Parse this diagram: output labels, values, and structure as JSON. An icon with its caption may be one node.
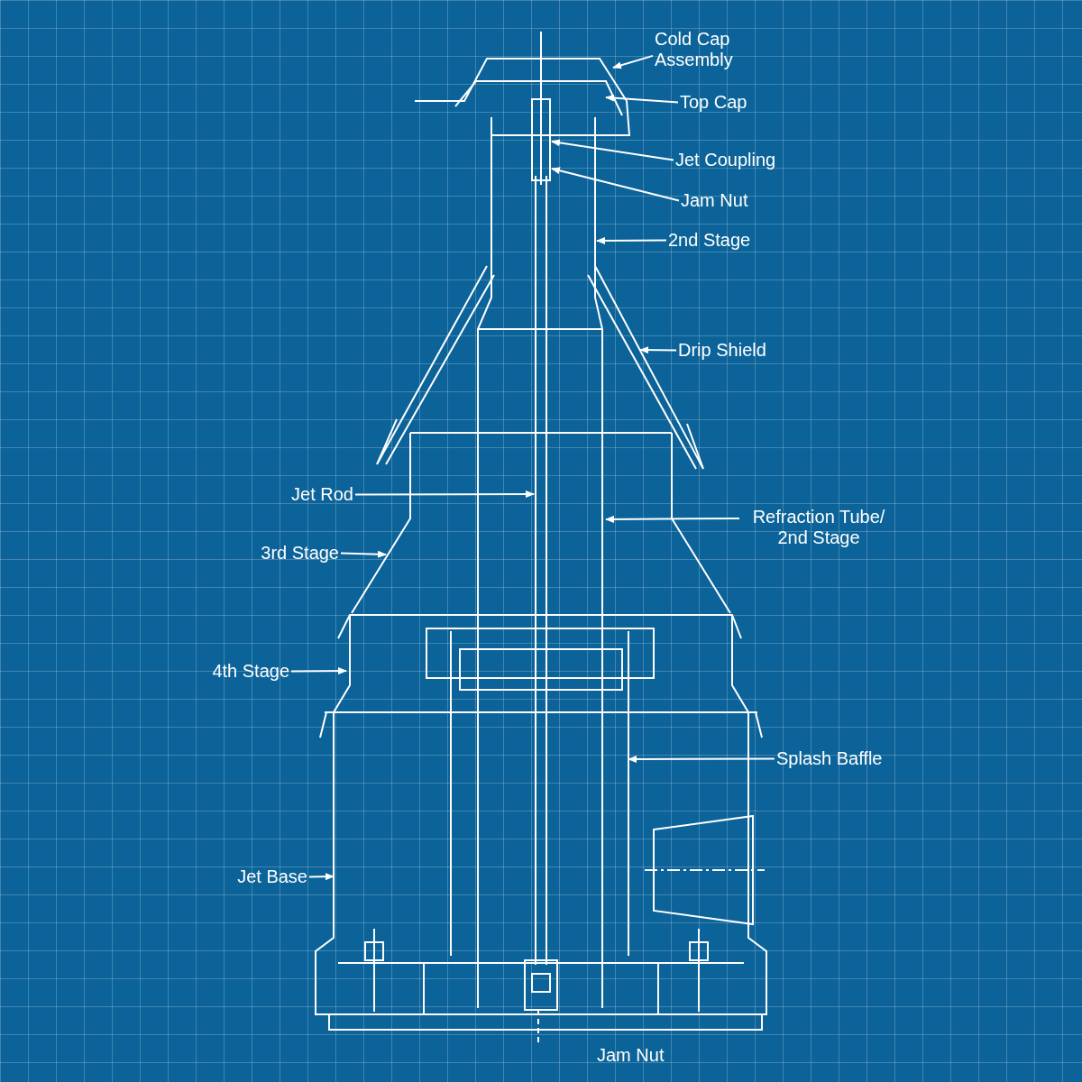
{
  "diagram": {
    "nodes": [
      {
        "text": [
          "Cold Cap Assembly"
        ]
      },
      {
        "text": [
          "Top Cap"
        ]
      },
      {
        "text": [
          "Jet Coupling"
        ]
      },
      {
        "text": [
          "Jam Nut"
        ]
      },
      {
        "text": [
          "2nd Stage"
        ]
      },
      {
        "text": [
          "Drip Shield"
        ]
      },
      {
        "text": [
          "Jet Rod"
        ]
      },
      {
        "text": [
          "Refraction Tube/ 2nd Stage"
        ]
      },
      {
        "text": [
          "3rd Stage"
        ]
      },
      {
        "text": [
          "4th Stage"
        ]
      },
      {
        "text": [
          "Splash Baffle"
        ]
      },
      {
        "text": [
          "Jet Base"
        ]
      }
    ],
    "edges": [
      {
        "from": 0,
        "to": null,
        "arrow": "to"
      },
      {
        "from": 1,
        "to": null,
        "arrow": "to"
      },
      {
        "from": 2,
        "to": null,
        "arrow": "to"
      },
      {
        "from": 3,
        "to": null,
        "arrow": "to"
      },
      {
        "from": 4,
        "to": null,
        "arrow": "to"
      },
      {
        "from": 5,
        "to": null,
        "arrow": "to"
      },
      {
        "from": 6,
        "to": null,
        "arrow": "to"
      },
      {
        "from": 7,
        "to": null,
        "arrow": "to"
      },
      {
        "from": 8,
        "to": null,
        "arrow": "to"
      },
      {
        "from": 9,
        "to": null,
        "arrow": "to"
      },
      {
        "from": 10,
        "to": null,
        "arrow": "to"
      },
      {
        "from": 11,
        "to": null,
        "arrow": "to"
      }
    ],
    "labels": [
      "Jam Nut"
    ]
  }
}
